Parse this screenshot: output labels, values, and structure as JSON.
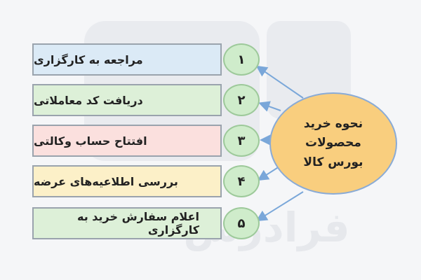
{
  "hub": {
    "label": "نحوه خرید\nمحصولات\nبورس کالا"
  },
  "steps": [
    {
      "number": "۱",
      "label": "مراجعه به کارگزاری",
      "color": "#dbeaf6"
    },
    {
      "number": "۲",
      "label": "دریافت کد معاملاتی",
      "color": "#ddf0d8"
    },
    {
      "number": "۳",
      "label": "افتتاح حساب وکالتی",
      "color": "#fbe0de"
    },
    {
      "number": "۴",
      "label": "بررسی اطلاعیه‌های عرضه",
      "color": "#fcf0c8"
    },
    {
      "number": "۵",
      "label": "اعلام سفارش خرید به کارگزاری",
      "color": "#ddf0d8"
    }
  ],
  "colors": {
    "circle_fill": "#cfeccb",
    "hub_fill": "#f9ce7e",
    "arrow": "#7aa7d9",
    "box_border": "#9aa3ad"
  },
  "watermark": {
    "text": "فرادرس"
  }
}
